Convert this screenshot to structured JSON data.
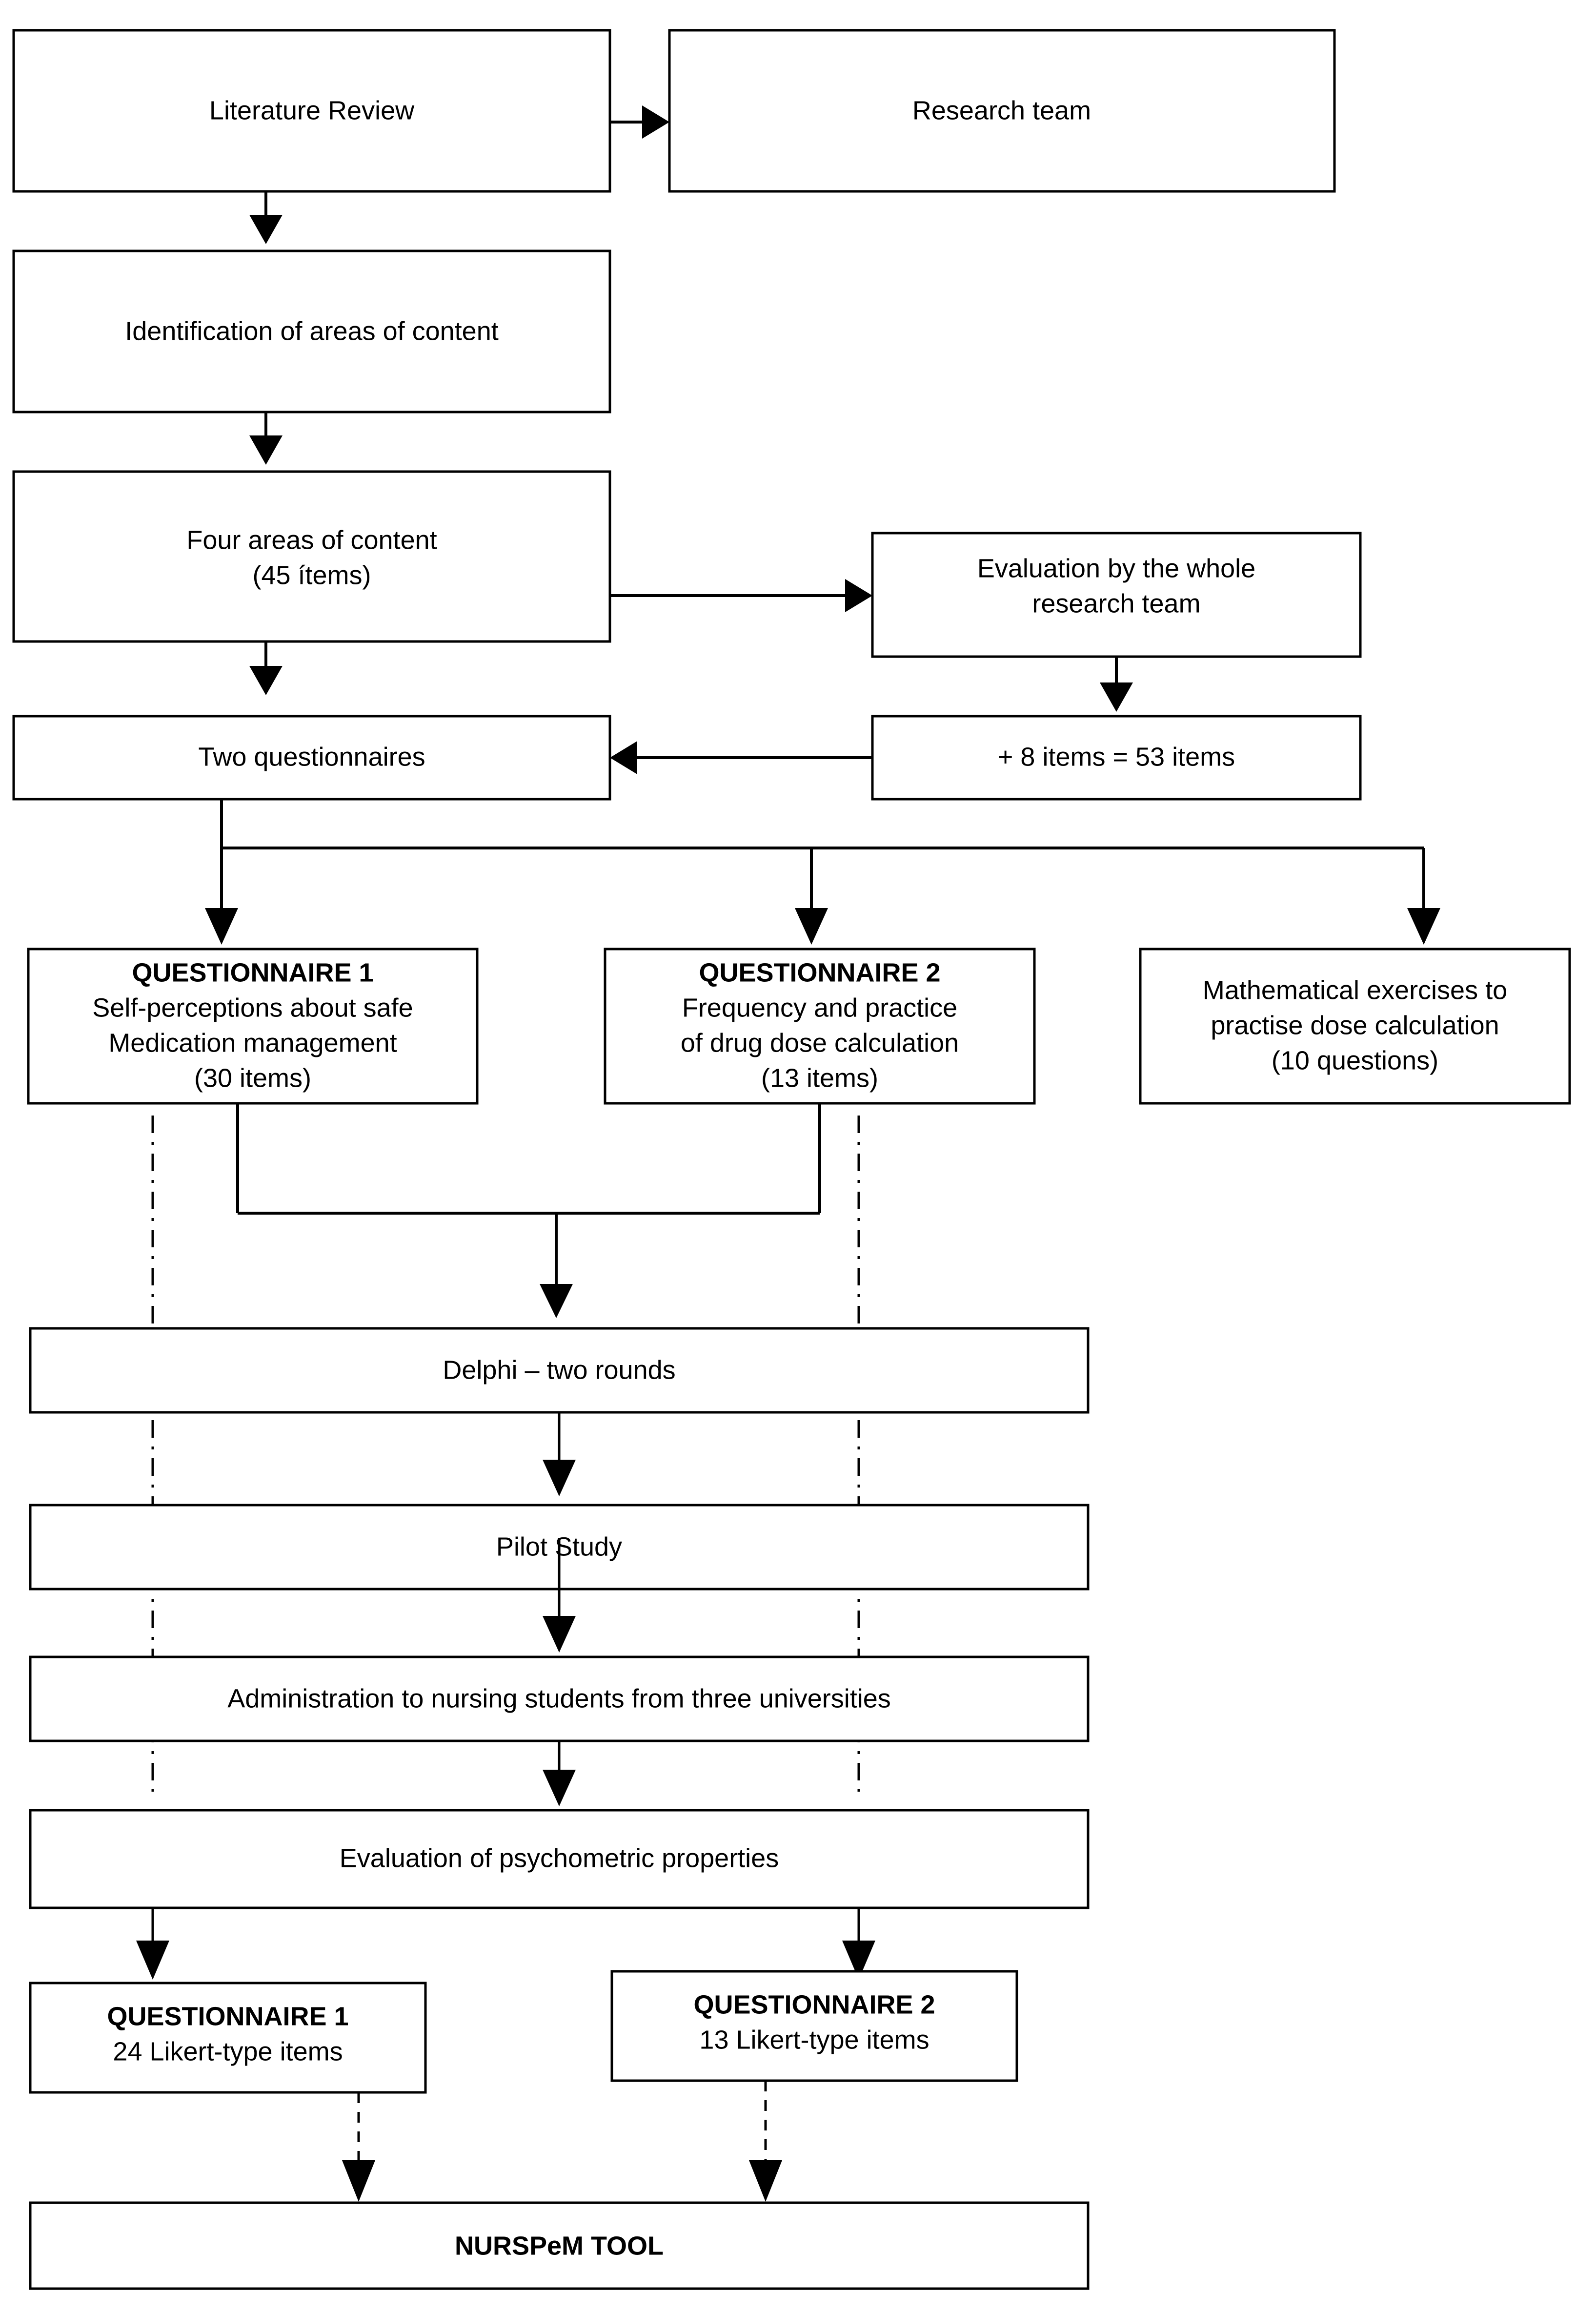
{
  "diagram": {
    "title": "NURSPeM tool development flowchart",
    "accent_color": "#000000",
    "background_color": "#ffffff",
    "nodes": {
      "literature_review": "Literature Review",
      "research_team": "Research team",
      "identification": "Identification of areas of content",
      "four_areas_line1": "Four areas of content",
      "four_areas_line2": "(45 ítems)",
      "evaluation_whole_line1": "Evaluation by the whole",
      "evaluation_whole_line2": "research team",
      "two_questionnaires": "Two questionnaires",
      "plus_items": "+ 8 items = 53 items",
      "q1_title": "QUESTIONNAIRE 1",
      "q1_line1": "Self-perceptions about safe",
      "q1_line2": "Medication management",
      "q1_line3": "(30 items)",
      "q2_title": "QUESTIONNAIRE 2",
      "q2_line1": "Frequency and practice",
      "q2_line2": "of drug dose calculation",
      "q2_line3": "(13 items)",
      "math_line1": "Mathematical exercises to",
      "math_line2": "practise dose calculation",
      "math_line3": "(10 questions)",
      "delphi": "Delphi – two rounds",
      "pilot_study": "Pilot Study",
      "administration": "Administration to nursing students from three universities",
      "psychometric": "Evaluation of psychometric properties",
      "final_q1_title": "QUESTIONNAIRE 1",
      "final_q1_line1": "24 Likert-type items",
      "final_q2_title": "QUESTIONNAIRE 2",
      "final_q2_line1": "13 Likert-type items",
      "nurspem_tool": "NURSPeM TOOL"
    }
  }
}
